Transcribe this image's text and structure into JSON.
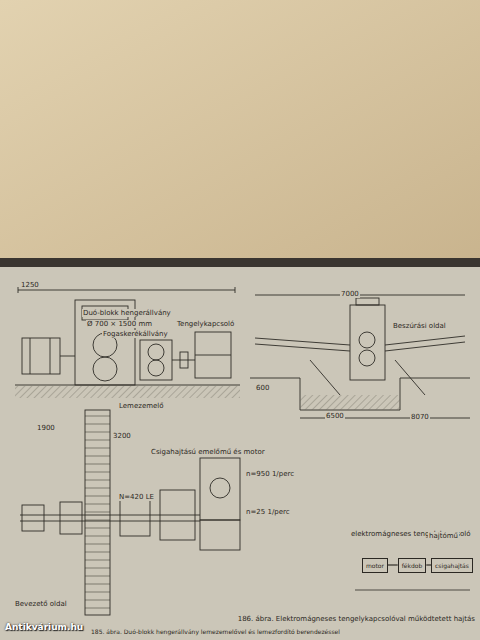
{
  "diagram": {
    "caption": "185. ábra. Duó-blokk hengerállvány lemezemelővel és lemezfordító berendezéssel",
    "nodes": [
      {
        "text": [
          "motor"
        ]
      },
      {
        "text": [
          "fékdob"
        ]
      },
      {
        "text": [
          "csigahajtás"
        ]
      }
    ],
    "edges": [
      {
        "from": 0,
        "to": 1,
        "arrow": "none"
      },
      {
        "from": 1,
        "to": 2,
        "arrow": "none"
      }
    ],
    "labels": [
      "1250",
      "Duó-blokk hengerállvány",
      "Ø 700 × 1500 mm",
      "Fogaskerékállvány",
      "Tengelykapcsoló",
      "Beszúrási oldal",
      "7000",
      "6500",
      "8070",
      "Lemezemelő",
      "Csigahajtású emelőmű és motor",
      "n=950 1/perc",
      "n=25 1/perc",
      "N=420 LE",
      "3200",
      "Bevezető oldal",
      "186. ábra. Elektromágneses tengelykapcsolóval működtetett hajtás",
      "elektromágneses tengelykapcsoló",
      "hajtómű",
      "1900",
      "600",
      "Antikvárium.hu"
    ]
  }
}
